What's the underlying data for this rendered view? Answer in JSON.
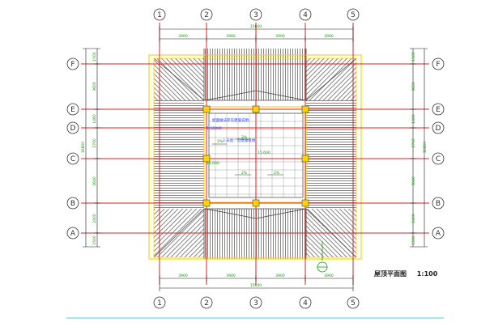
{
  "drawing": {
    "title": "屋顶平面图",
    "scale": "1:100",
    "column_axes": [
      "1",
      "2",
      "3",
      "4",
      "5"
    ],
    "row_axes": [
      "F",
      "E",
      "D",
      "C",
      "B",
      "A"
    ],
    "top_dims": [
      "3900",
      "3900",
      "3900",
      "3900"
    ],
    "top_total": "15600",
    "bottom_dims": [
      "3900",
      "3900",
      "3900",
      "3900"
    ],
    "bottom_total": "15600",
    "left_dims": [
      "1500",
      "3600",
      "1460",
      "2700",
      "3640",
      "2400",
      "1500"
    ],
    "left_total": "16800",
    "right_dims": [
      "1500",
      "3600",
      "1460",
      "2700",
      "3640",
      "2400",
      "1500"
    ],
    "right_total": "16800",
    "notes": [
      "屋面做法参见建施说明",
      "2.天窗：见建施说明",
      "1:10000"
    ],
    "levels": [
      "15.600",
      "12.600"
    ],
    "slope_labels": [
      "2%",
      "2%",
      "2%",
      "2%"
    ],
    "colors": {
      "axis_line": "#e02020",
      "wall_outline": "#ffd400",
      "roof_hatch": "#666666",
      "dimension": "#1a1a1a",
      "text_green": "#0aa000",
      "text_blue": "#2040ff",
      "cyan_line": "#00c8d8",
      "grid_bubble": "#333333"
    }
  }
}
